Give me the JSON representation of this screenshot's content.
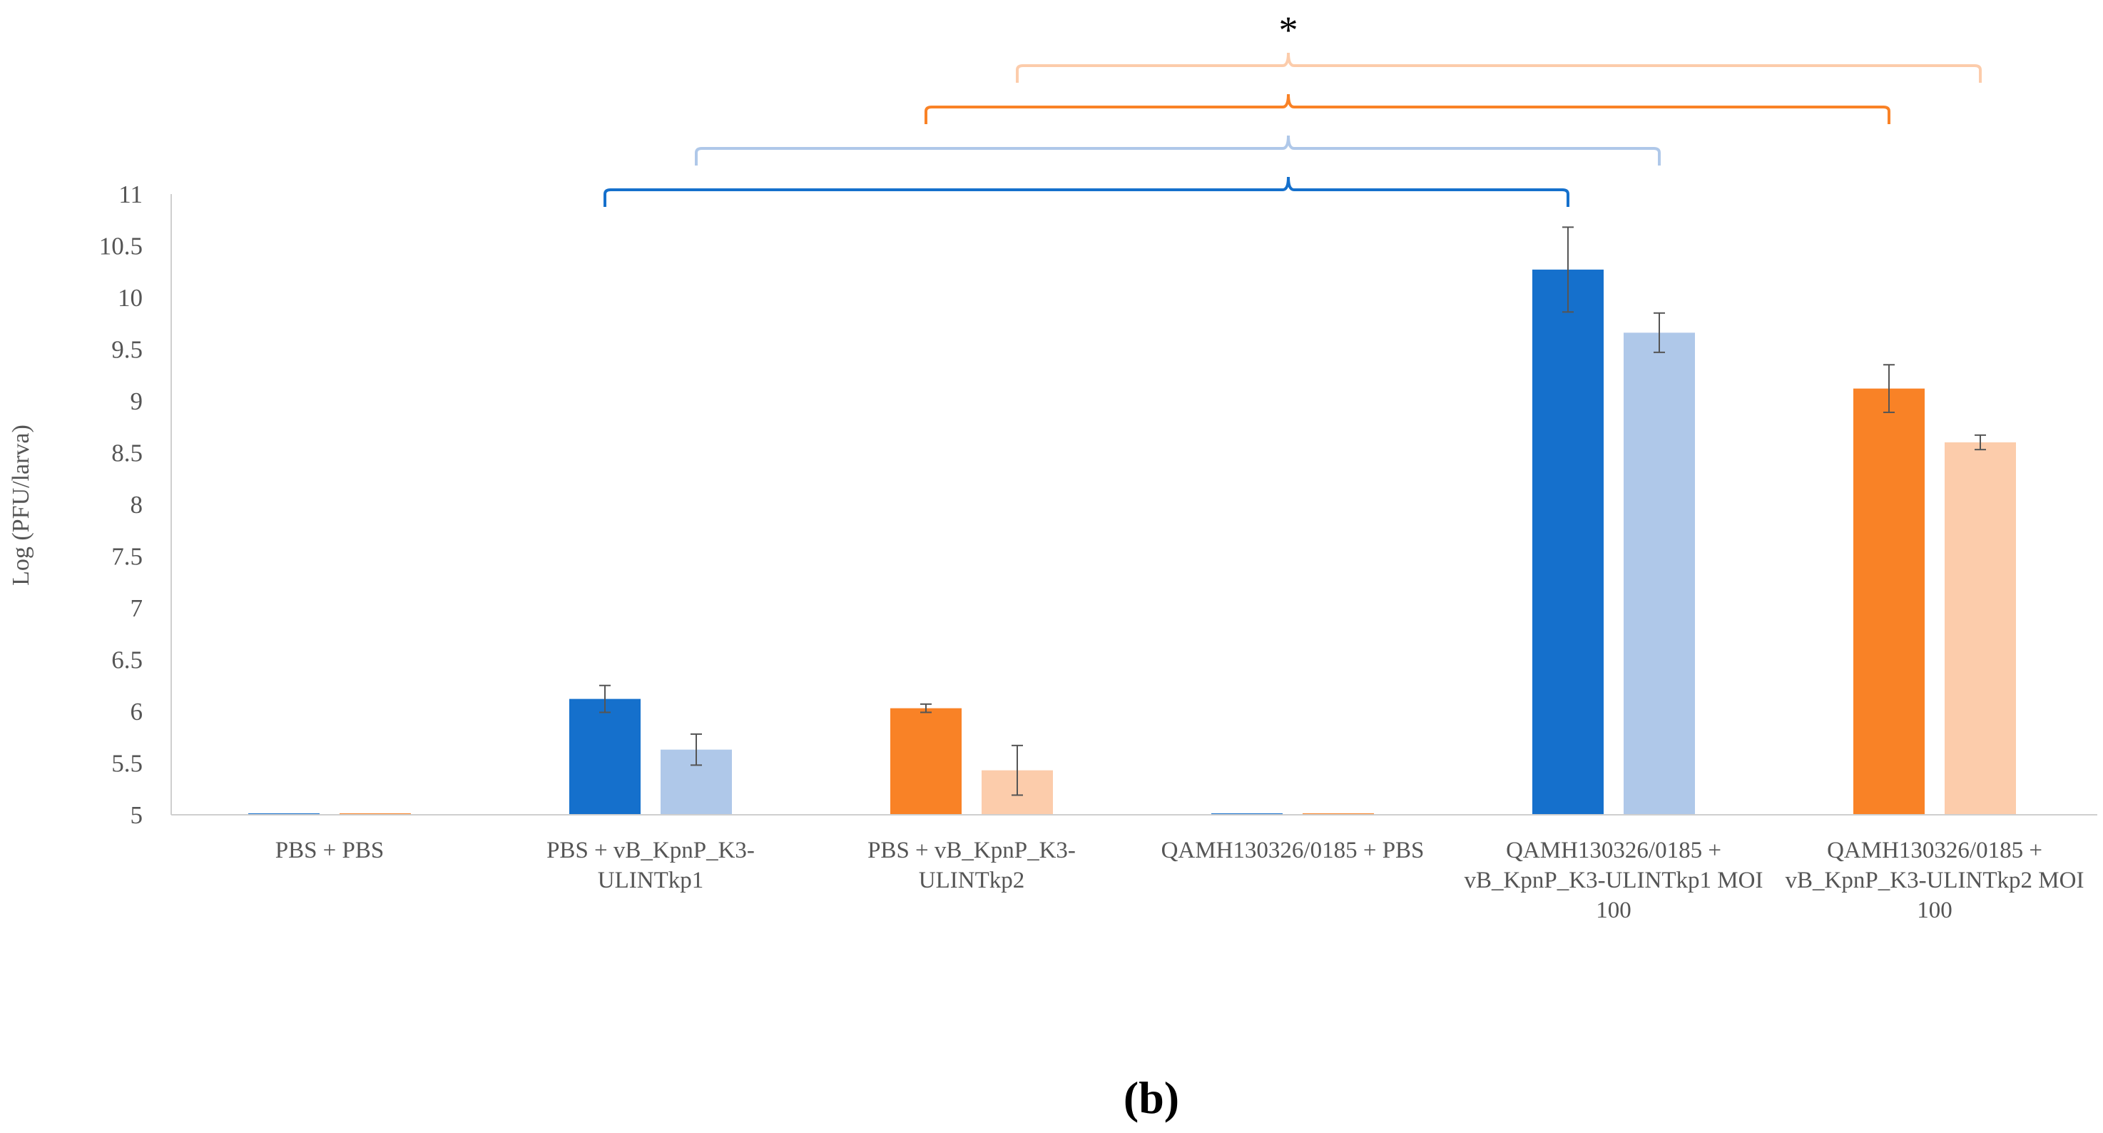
{
  "chart_data": {
    "type": "bar",
    "ylabel": "Log (PFU/larva)",
    "ylim": [
      5,
      11
    ],
    "yticks": [
      5,
      5.5,
      6,
      6.5,
      7,
      7.5,
      8,
      8.5,
      9,
      9.5,
      10,
      10.5,
      11
    ],
    "ytick_labels": [
      "5",
      "5.5",
      "6",
      "6.5",
      "7",
      "7.5",
      "8",
      "8.5",
      "9",
      "9.5",
      "10",
      "10.5",
      "11"
    ],
    "grid": false,
    "legend": "none",
    "categories": [
      "PBS + PBS",
      "PBS + vB_KpnP_K3-ULINTkp1",
      "PBS + vB_KpnP_K3-ULINTkp2",
      "QAMH130326/0185 + PBS",
      "QAMH130326/0185 + vB_KpnP_K3-ULINTkp1 MOI 100",
      "QAMH130326/0185 + vB_KpnP_K3-ULINTkp2 MOI 100"
    ],
    "category_label_lines": [
      [
        "PBS + PBS"
      ],
      [
        "PBS + vB_KpnP_K3-",
        "ULINTkp1"
      ],
      [
        "PBS + vB_KpnP_K3-",
        "ULINTkp2"
      ],
      [
        "QAMH130326/0185 + PBS"
      ],
      [
        "QAMH130326/0185 +",
        "vB_KpnP_K3-ULINTkp1 MOI",
        "100"
      ],
      [
        "QAMH130326/0185 +",
        "vB_KpnP_K3-ULINTkp2 MOI",
        "100"
      ]
    ],
    "bars": [
      [
        {
          "value": 5,
          "err": 0,
          "color": "#1570CC"
        },
        {
          "value": 5,
          "err": 0,
          "color": "#F98226"
        }
      ],
      [
        {
          "value": 6.12,
          "err": 0.13,
          "color": "#1570CC"
        },
        {
          "value": 5.63,
          "err": 0.15,
          "color": "#AFC8E9"
        }
      ],
      [
        {
          "value": 6.03,
          "err": 0.04,
          "color": "#F98226"
        },
        {
          "value": 5.43,
          "err": 0.24,
          "color": "#FCCCAB"
        }
      ],
      [
        {
          "value": 5,
          "err": 0,
          "color": "#1570CC"
        },
        {
          "value": 5,
          "err": 0,
          "color": "#F98226"
        }
      ],
      [
        {
          "value": 10.27,
          "err": 0.41,
          "color": "#1570CC"
        },
        {
          "value": 9.66,
          "err": 0.19,
          "color": "#AFC8E9"
        }
      ],
      [
        {
          "value": 9.12,
          "err": 0.23,
          "color": "#F98226"
        },
        {
          "value": 8.6,
          "err": 0.07,
          "color": "#FCCCAB"
        }
      ]
    ],
    "significance": {
      "label": "*",
      "brackets": [
        {
          "from_category": 1,
          "from_bar": 0,
          "to_category": 4,
          "to_bar": 0,
          "color": "#1570CC"
        },
        {
          "from_category": 1,
          "from_bar": 1,
          "to_category": 4,
          "to_bar": 1,
          "color": "#AFC8E9"
        },
        {
          "from_category": 2,
          "from_bar": 0,
          "to_category": 5,
          "to_bar": 0,
          "color": "#F98226"
        },
        {
          "from_category": 2,
          "from_bar": 1,
          "to_category": 5,
          "to_bar": 1,
          "color": "#FCCCAB"
        }
      ]
    },
    "panel_label": "(b)"
  }
}
